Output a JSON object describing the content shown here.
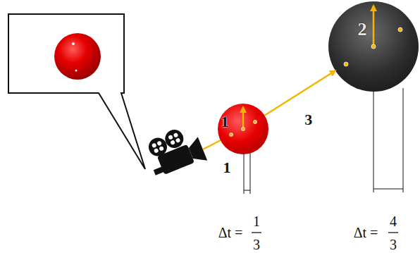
{
  "diagram": {
    "nodes": [
      {
        "text": [
          "1"
        ]
      },
      {
        "text": [
          "2"
        ]
      }
    ],
    "edges": [
      {
        "from": 0,
        "to": 1,
        "arrow": "to",
        "label": "3"
      }
    ],
    "labels": [
      "1",
      "Δt =",
      "1",
      "3",
      "Δt =",
      "4",
      "3"
    ]
  }
}
